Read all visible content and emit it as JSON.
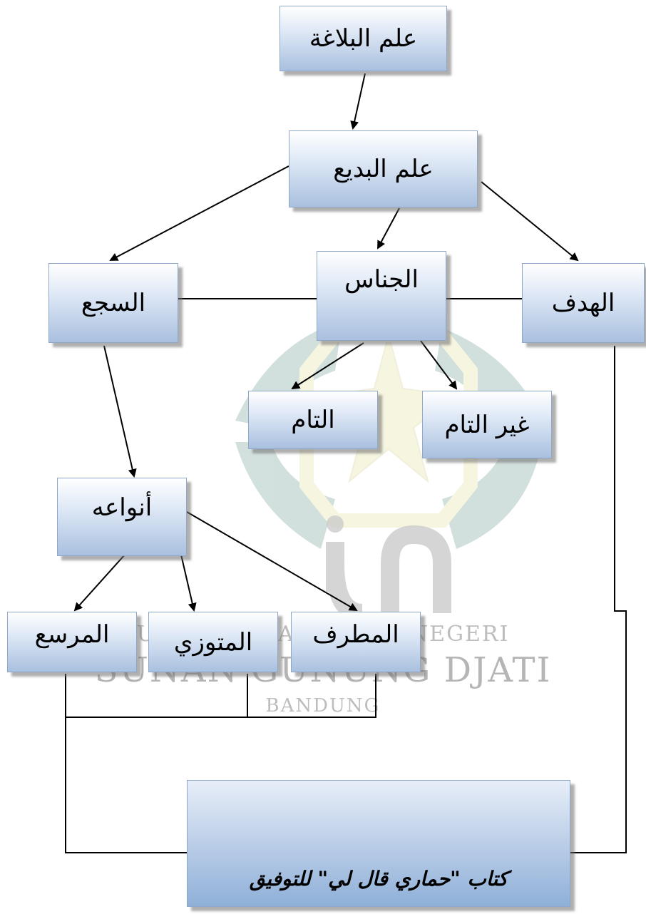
{
  "nodes": {
    "balagha": "علم البلاغة",
    "badi": "علم البديع",
    "hadaf": "الهدف",
    "jinas": "الجناس",
    "saja": "السجع",
    "ghair_tam": "غير التام",
    "tam": "التام",
    "anwauh": "أنواعه",
    "mutraf": "المطرف",
    "mutawazi": "المتوزي",
    "mursa": "المرسع",
    "kitab": "كتاب \"حماري قال لي\" للتوفيق"
  },
  "watermark": {
    "line1": "UNIVERSITAS ISLAM NEGERI",
    "line2": "SUNAN GUNUNG DJATI",
    "line3": "BANDUNG",
    "logo_text": "uin",
    "colors": {
      "teal": "#7fa7a0",
      "yellow": "#e6e3a8",
      "gray": "#bdbdbd"
    }
  }
}
